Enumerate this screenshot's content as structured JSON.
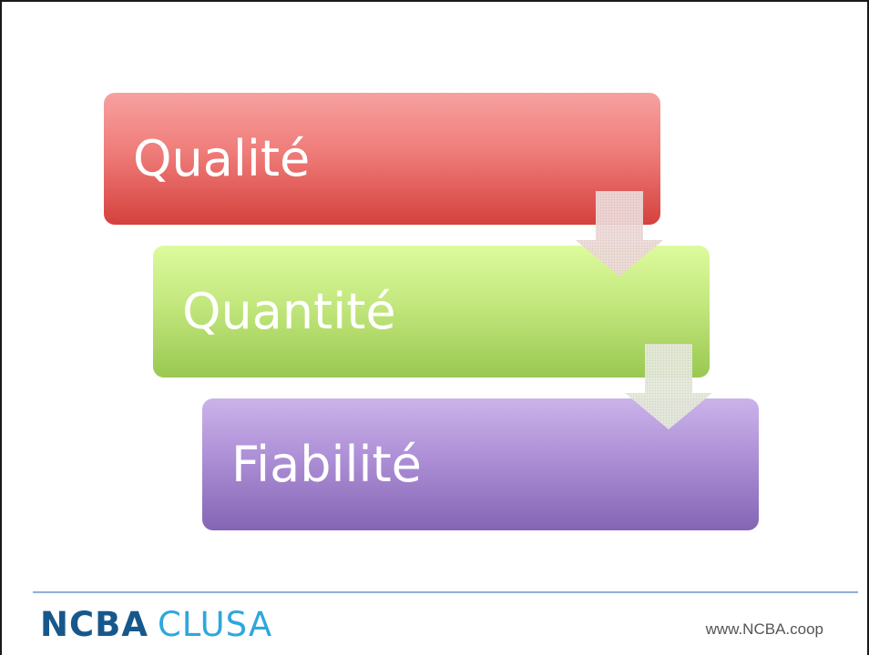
{
  "diagram": {
    "steps": [
      {
        "label": "Qualité",
        "color": "#d5413e"
      },
      {
        "label": "Quantité",
        "color": "#9ac851"
      },
      {
        "label": "Fiabilité",
        "color": "#8465b4"
      }
    ],
    "arrow_color": "#e8cfcf"
  },
  "footer": {
    "logo_main": "NCBA",
    "logo_sub": "CLUSA",
    "url": "www.NCBA.coop",
    "line_color": "#8fb0dc"
  }
}
